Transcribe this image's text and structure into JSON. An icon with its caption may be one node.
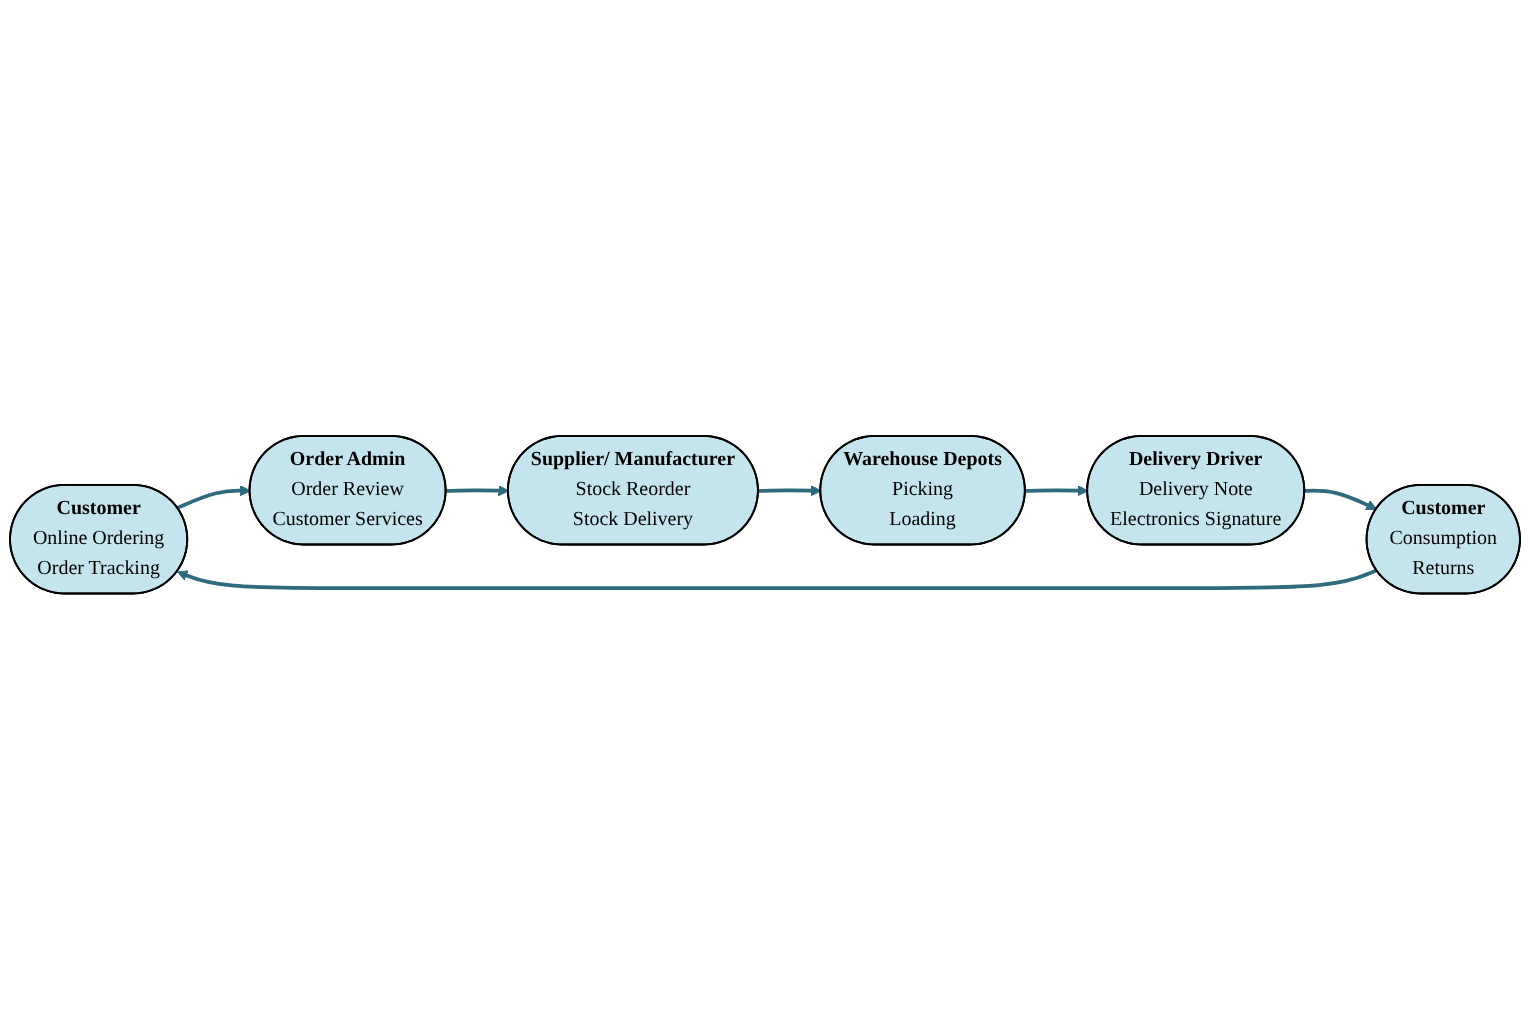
{
  "diagram": {
    "nodes": [
      {
        "text": [
          "Customer",
          "Online Ordering",
          "Order Tracking"
        ]
      },
      {
        "text": [
          "Order Admin",
          "Order Review",
          "Customer Services"
        ]
      },
      {
        "text": [
          "Supplier/ Manufacturer",
          "Stock Reorder",
          "Stock Delivery"
        ]
      },
      {
        "text": [
          "Warehouse Depots",
          "Picking",
          "Loading"
        ]
      },
      {
        "text": [
          "Delivery Driver",
          "Delivery Note",
          "Electronics Signature"
        ]
      },
      {
        "text": [
          "Customer",
          "Consumption",
          "Returns"
        ]
      }
    ],
    "edges": [
      {
        "from": 0,
        "to": 1,
        "arrow": "to"
      },
      {
        "from": 1,
        "to": 2,
        "arrow": "to"
      },
      {
        "from": 2,
        "to": 3,
        "arrow": "to"
      },
      {
        "from": 3,
        "to": 4,
        "arrow": "to"
      },
      {
        "from": 4,
        "to": 5,
        "arrow": "to"
      },
      {
        "from": 5,
        "to": 0,
        "arrow": "to"
      }
    ]
  }
}
